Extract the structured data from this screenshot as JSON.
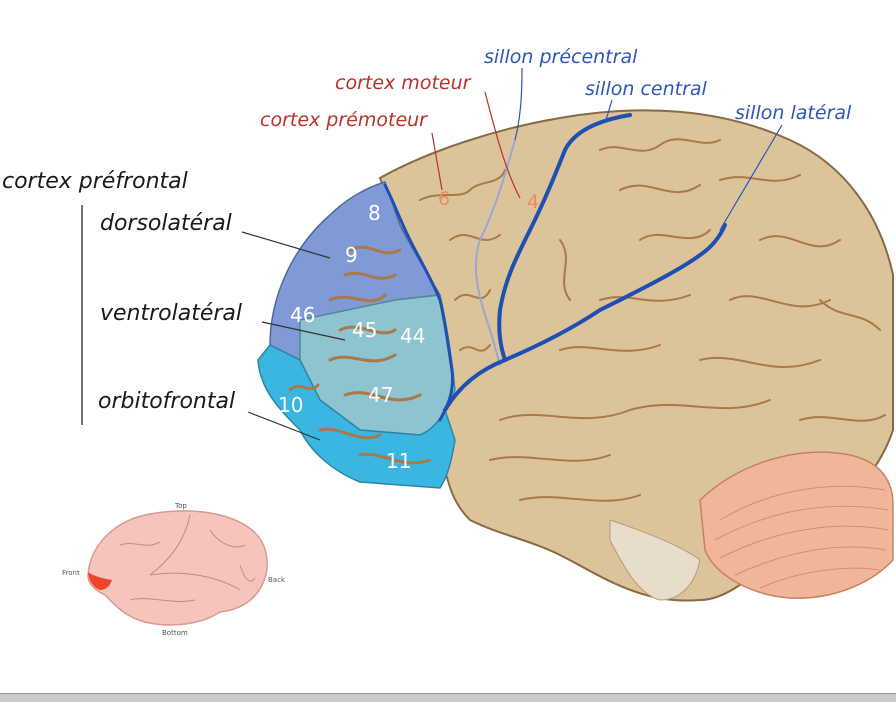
{
  "labels": {
    "cortex_prefrontal": "cortex préfrontal",
    "dorsolateral": "dorsolatéral",
    "ventrolateral": "ventrolatéral",
    "orbitofrontal": "orbitofrontal",
    "cortex_moteur": "cortex moteur",
    "cortex_premoteur": "cortex prémoteur",
    "sillon_precentral": "sillon précentral",
    "sillon_central": "sillon central",
    "sillon_lateral": "sillon latéral"
  },
  "areas": {
    "a8": "8",
    "a9": "9",
    "a46": "46",
    "a45": "45",
    "a44": "44",
    "a47": "47",
    "a10": "10",
    "a11": "11",
    "a6": "6",
    "a4": "4"
  },
  "inset": {
    "top": "Top",
    "front": "Front",
    "back": "Back",
    "bottom": "Bottom"
  },
  "colors": {
    "brain": "#dcc49a",
    "dorsolateral": "#7f9ad6",
    "ventrolateral": "#8ec3d0",
    "orbitofrontal": "#3bb6e0",
    "sulcus": "#1f4fb0",
    "gyrus_lines": "#a9794a",
    "cerebellum": "#f0b69a",
    "inset_brain": "#f4c4bd",
    "inset_highlight": "#f0442a"
  }
}
